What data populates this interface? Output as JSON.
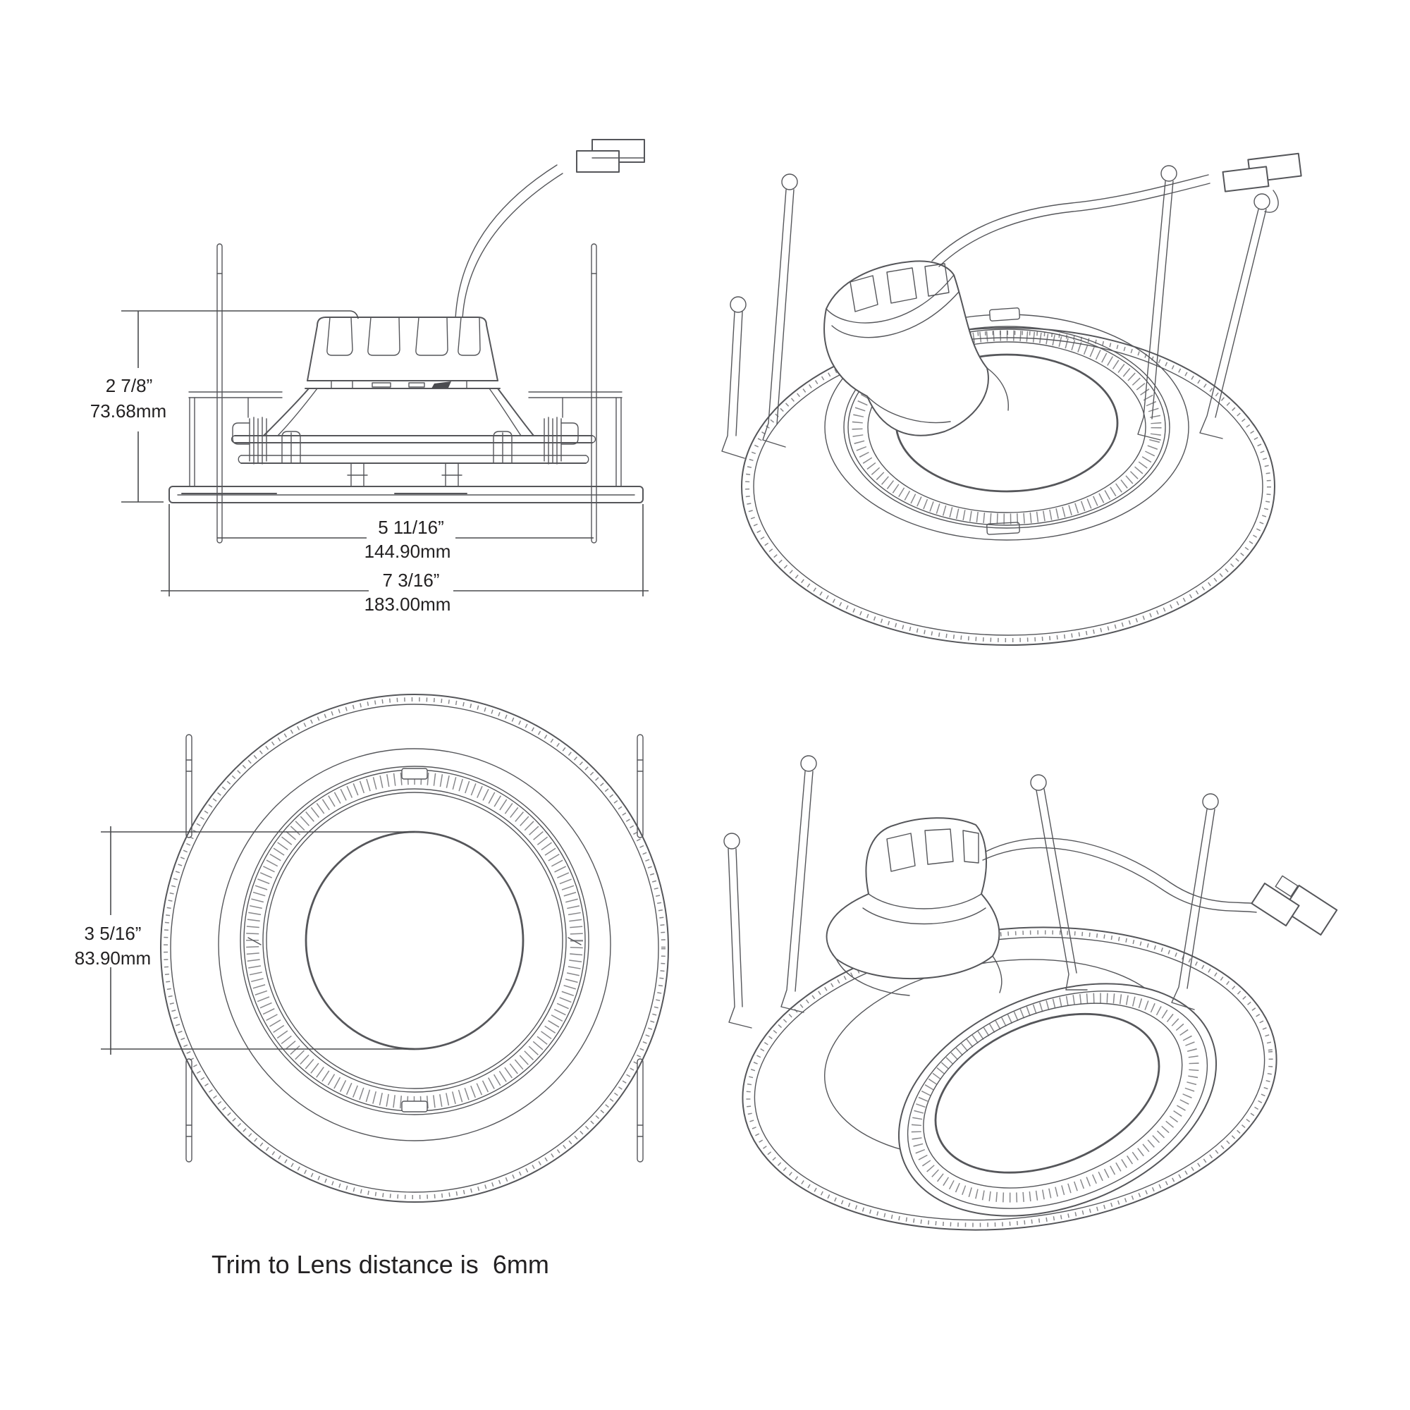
{
  "drawing": {
    "note": "Trim to Lens distance is  6mm",
    "side_view": {
      "height_in": "2 7/8”",
      "height_mm": "73.68mm",
      "body_width_in": "5 11/16”",
      "body_width_mm": "144.90mm",
      "trim_width_in": "7 3/16”",
      "trim_width_mm": "183.00mm"
    },
    "front_view": {
      "lens_in": "3 5/16”",
      "lens_mm": "83.90mm"
    },
    "colors": {
      "line": "#55565a",
      "text": "#232122",
      "background": "#ffffff"
    }
  }
}
